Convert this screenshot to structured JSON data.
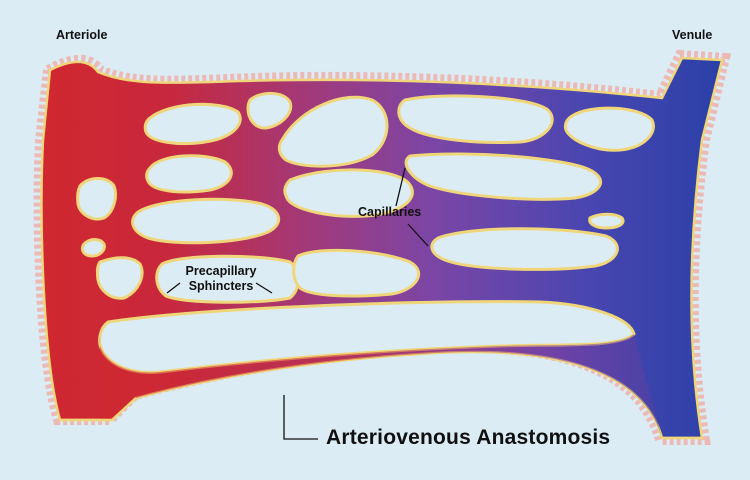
{
  "labels": {
    "arteriole": "Arteriole",
    "venule": "Venule",
    "capillaries": "Capillaries",
    "precapillary_line1": "Precapillary",
    "precapillary_line2": "Sphincters",
    "anastomosis": "Arteriovenous Anastomosis"
  },
  "colors": {
    "background": "#dcecf5",
    "arterial": "#d8272a",
    "mid_vessel": "#8a3f9a",
    "venous": "#2a41a8",
    "outline": "#f0d67a",
    "cells": "#f2a9a0"
  }
}
